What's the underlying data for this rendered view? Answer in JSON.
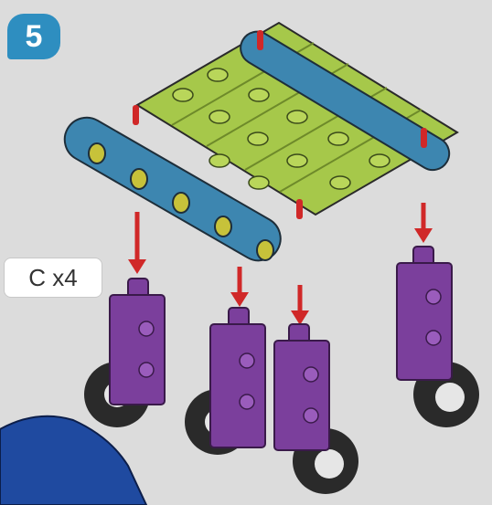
{
  "step": {
    "number": "5"
  },
  "parts": {
    "label": "C x4"
  },
  "colors": {
    "background": "#dcdcdc",
    "badge": "#2e8ec0",
    "plate": "#a6c84a",
    "beam": "#3d86b0",
    "post": "#7b3f9c",
    "arrow": "#d02828",
    "tire": "#2a2a2a",
    "hair": "#1f4aa0"
  },
  "icons": [
    "step-number-badge",
    "down-arrow-icon",
    "peg-icon",
    "wheel-icon"
  ]
}
